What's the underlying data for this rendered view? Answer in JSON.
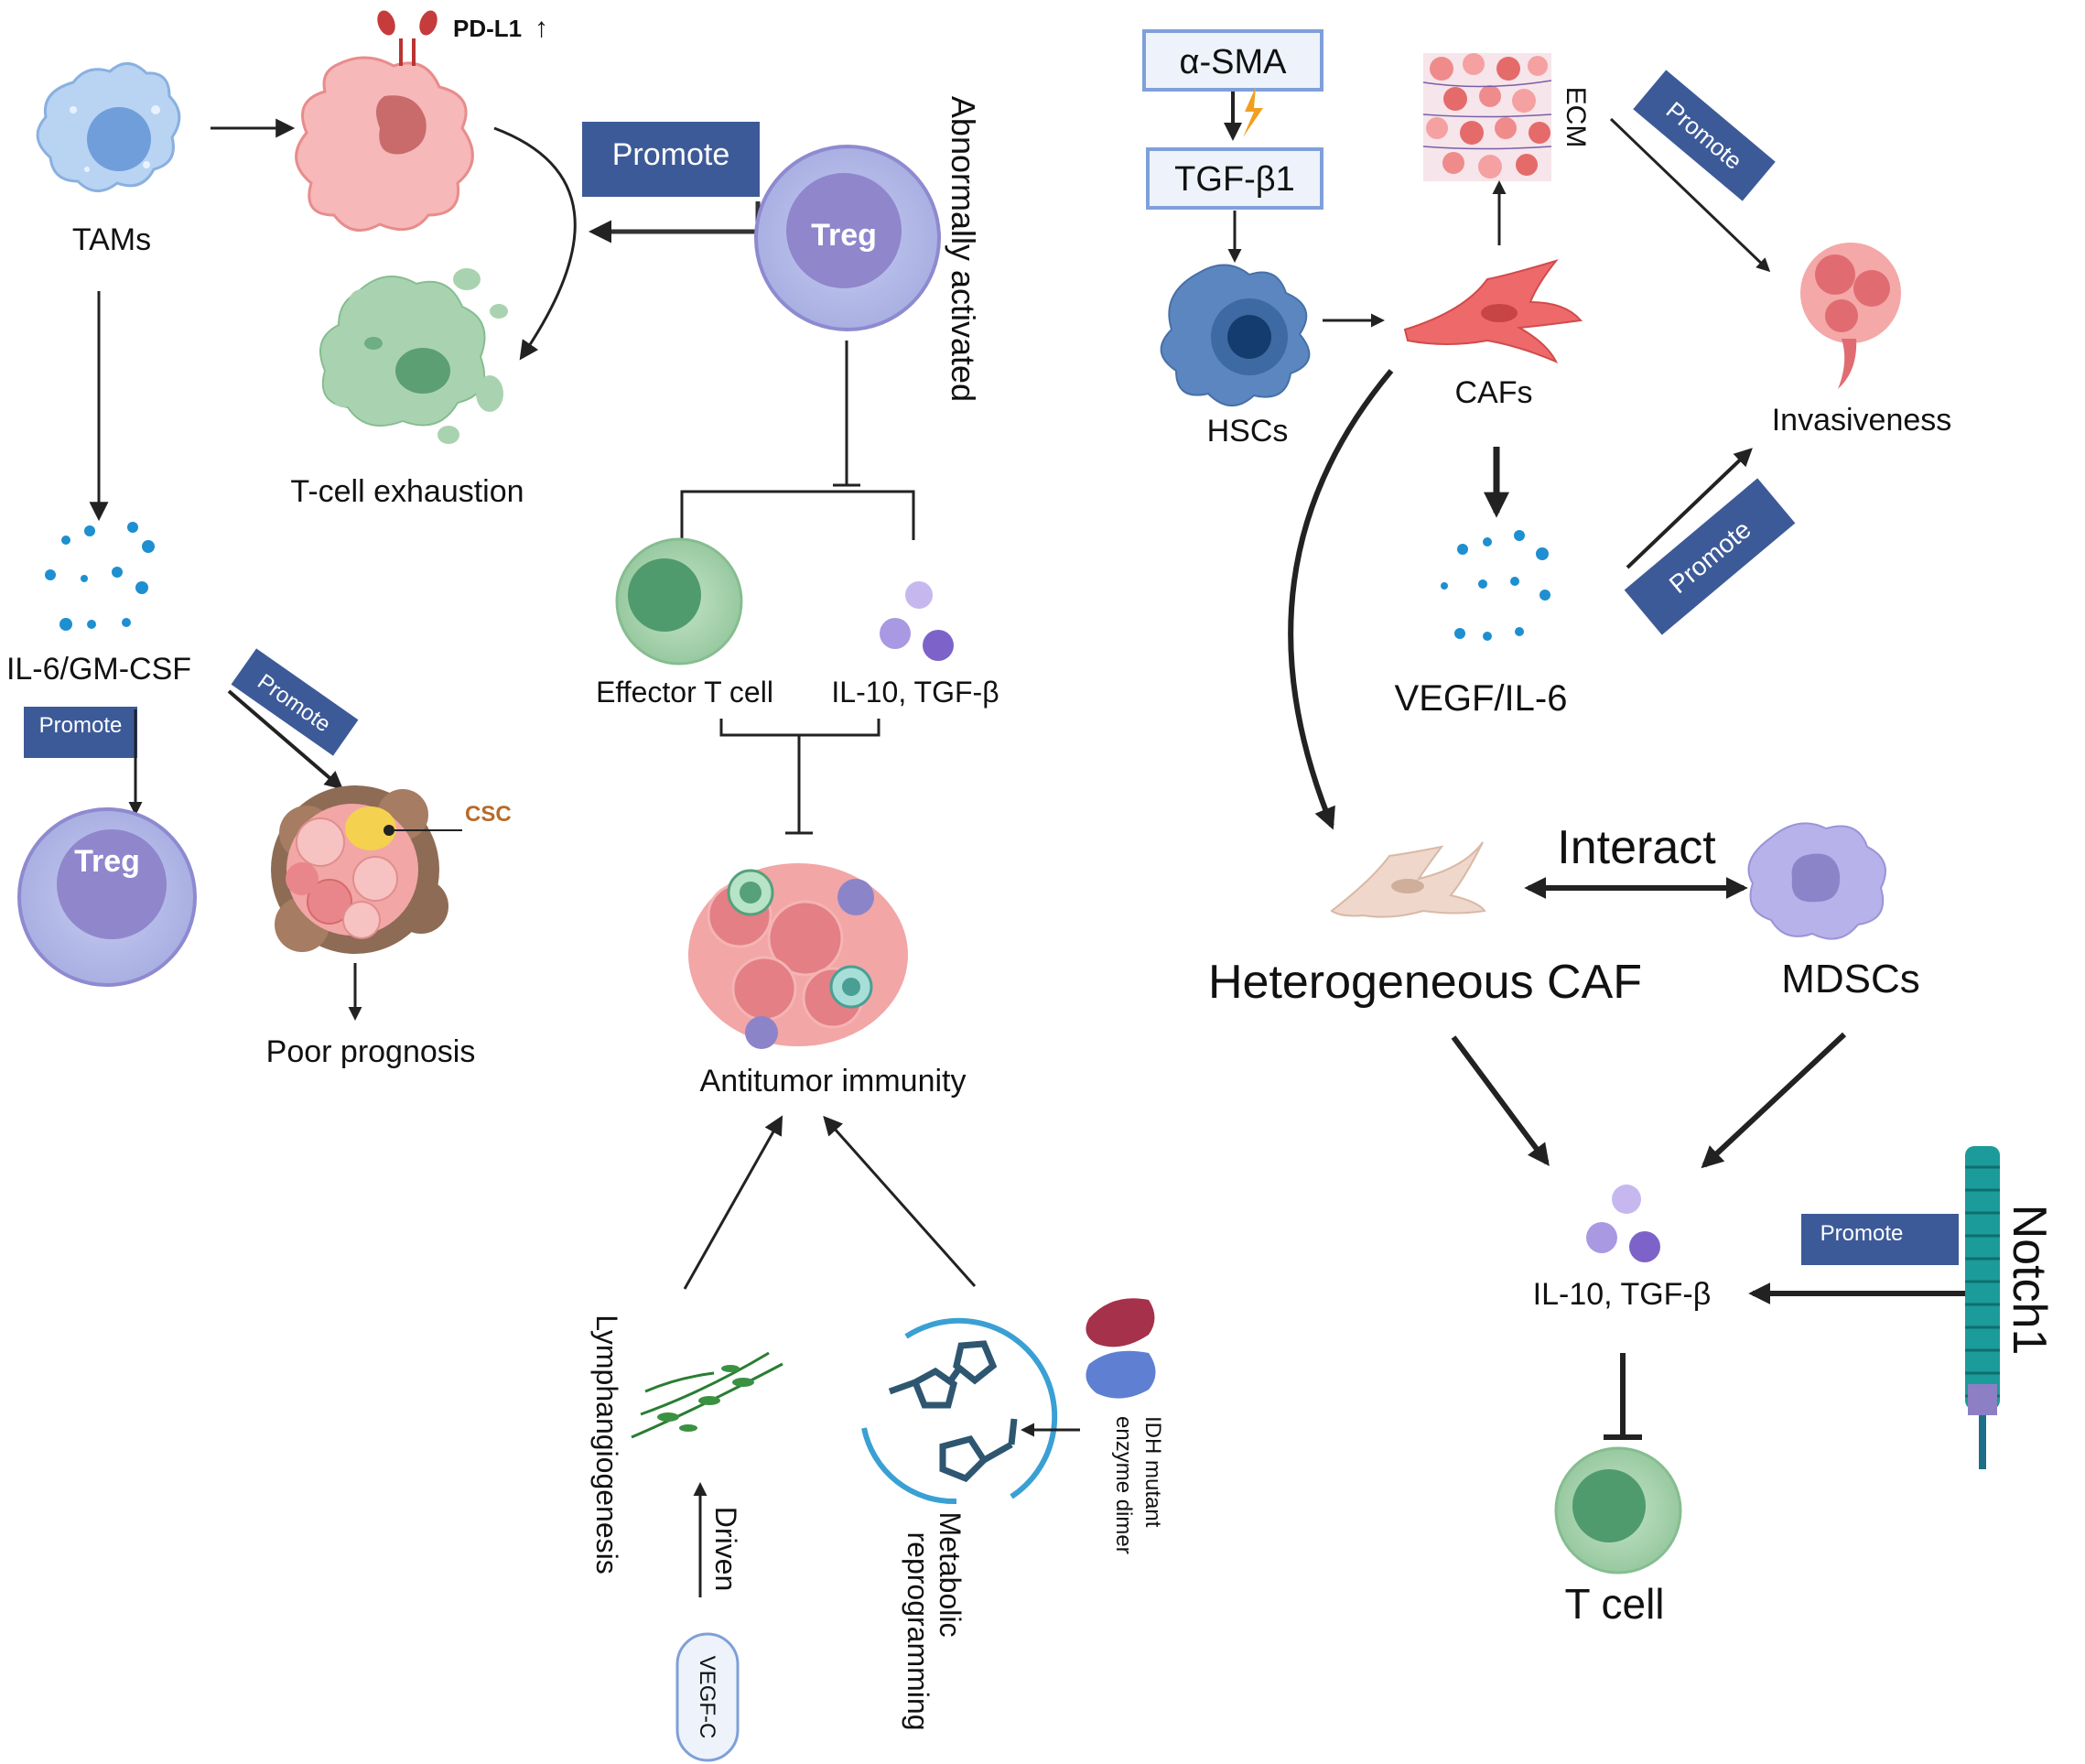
{
  "colors": {
    "promote_box": "#3d5a98",
    "treg_outer": "#b5bce6",
    "treg_inner": "#8e86cc",
    "effector_outer": "#a8d4ad",
    "effector_inner": "#4f9b6e",
    "tumor": "#f2a6a6",
    "exhausted": "#9ccba5",
    "hsc": "#5b86c0",
    "caf": "#e85a5a",
    "het_caf": "#e8d3c7",
    "mdsc": "#b7b2ea",
    "dots": "#1e8fd0",
    "cytokine_purple": "#8e7ad4",
    "notch": "#1c9b9b",
    "box_border": "#7fa0d8",
    "box_fill": "#eef3fb"
  },
  "left": {
    "tams_label": "TAMs",
    "pdl1_label": "PD-L1",
    "pdl1_arrow": "↑",
    "exhaustion_label": "T-cell exhaustion",
    "promote_big": "Promote",
    "treg_label": "Treg",
    "abnormal_label": "Abnormally activated",
    "il6_label": "IL-6/GM-CSF",
    "promote_small_1": "Promote",
    "promote_small_2": "Promote",
    "treg2_label": "Treg",
    "csc_label": "CSC",
    "poor_label": "Poor prognosis"
  },
  "middle": {
    "effector_label": "Effector T cell",
    "il10_label": "IL-10, TGF-β",
    "antitumor_label": "Antitumor immunity",
    "lymph_label": "Lymphangiogenesis",
    "driven_label": "Driven",
    "vegfc_label": "VEGF-C",
    "metabolic_label_1": "Metabolic",
    "metabolic_label_2": "reprogramming",
    "idh_label_1": "IDH mutant",
    "idh_label_2": "enzyme dimer"
  },
  "right": {
    "asma_label": "α-SMA",
    "tgfb1_label": "TGF-β1",
    "ecm_label": "ECM",
    "promote_1": "Promote",
    "invasiveness_label": "Invasiveness",
    "hscs_label": "HSCs",
    "cafs_label": "CAFs",
    "promote_2": "Promote",
    "vegf_label": "VEGF/IL-6",
    "interact_label": "Interact",
    "hetcaf_label": "Heterogeneous CAF",
    "mdscs_label": "MDSCs",
    "promote_3": "Promote",
    "il10_label": "IL-10, TGF-β",
    "notch_label": "Notch1",
    "tcell_label": "T cell"
  }
}
